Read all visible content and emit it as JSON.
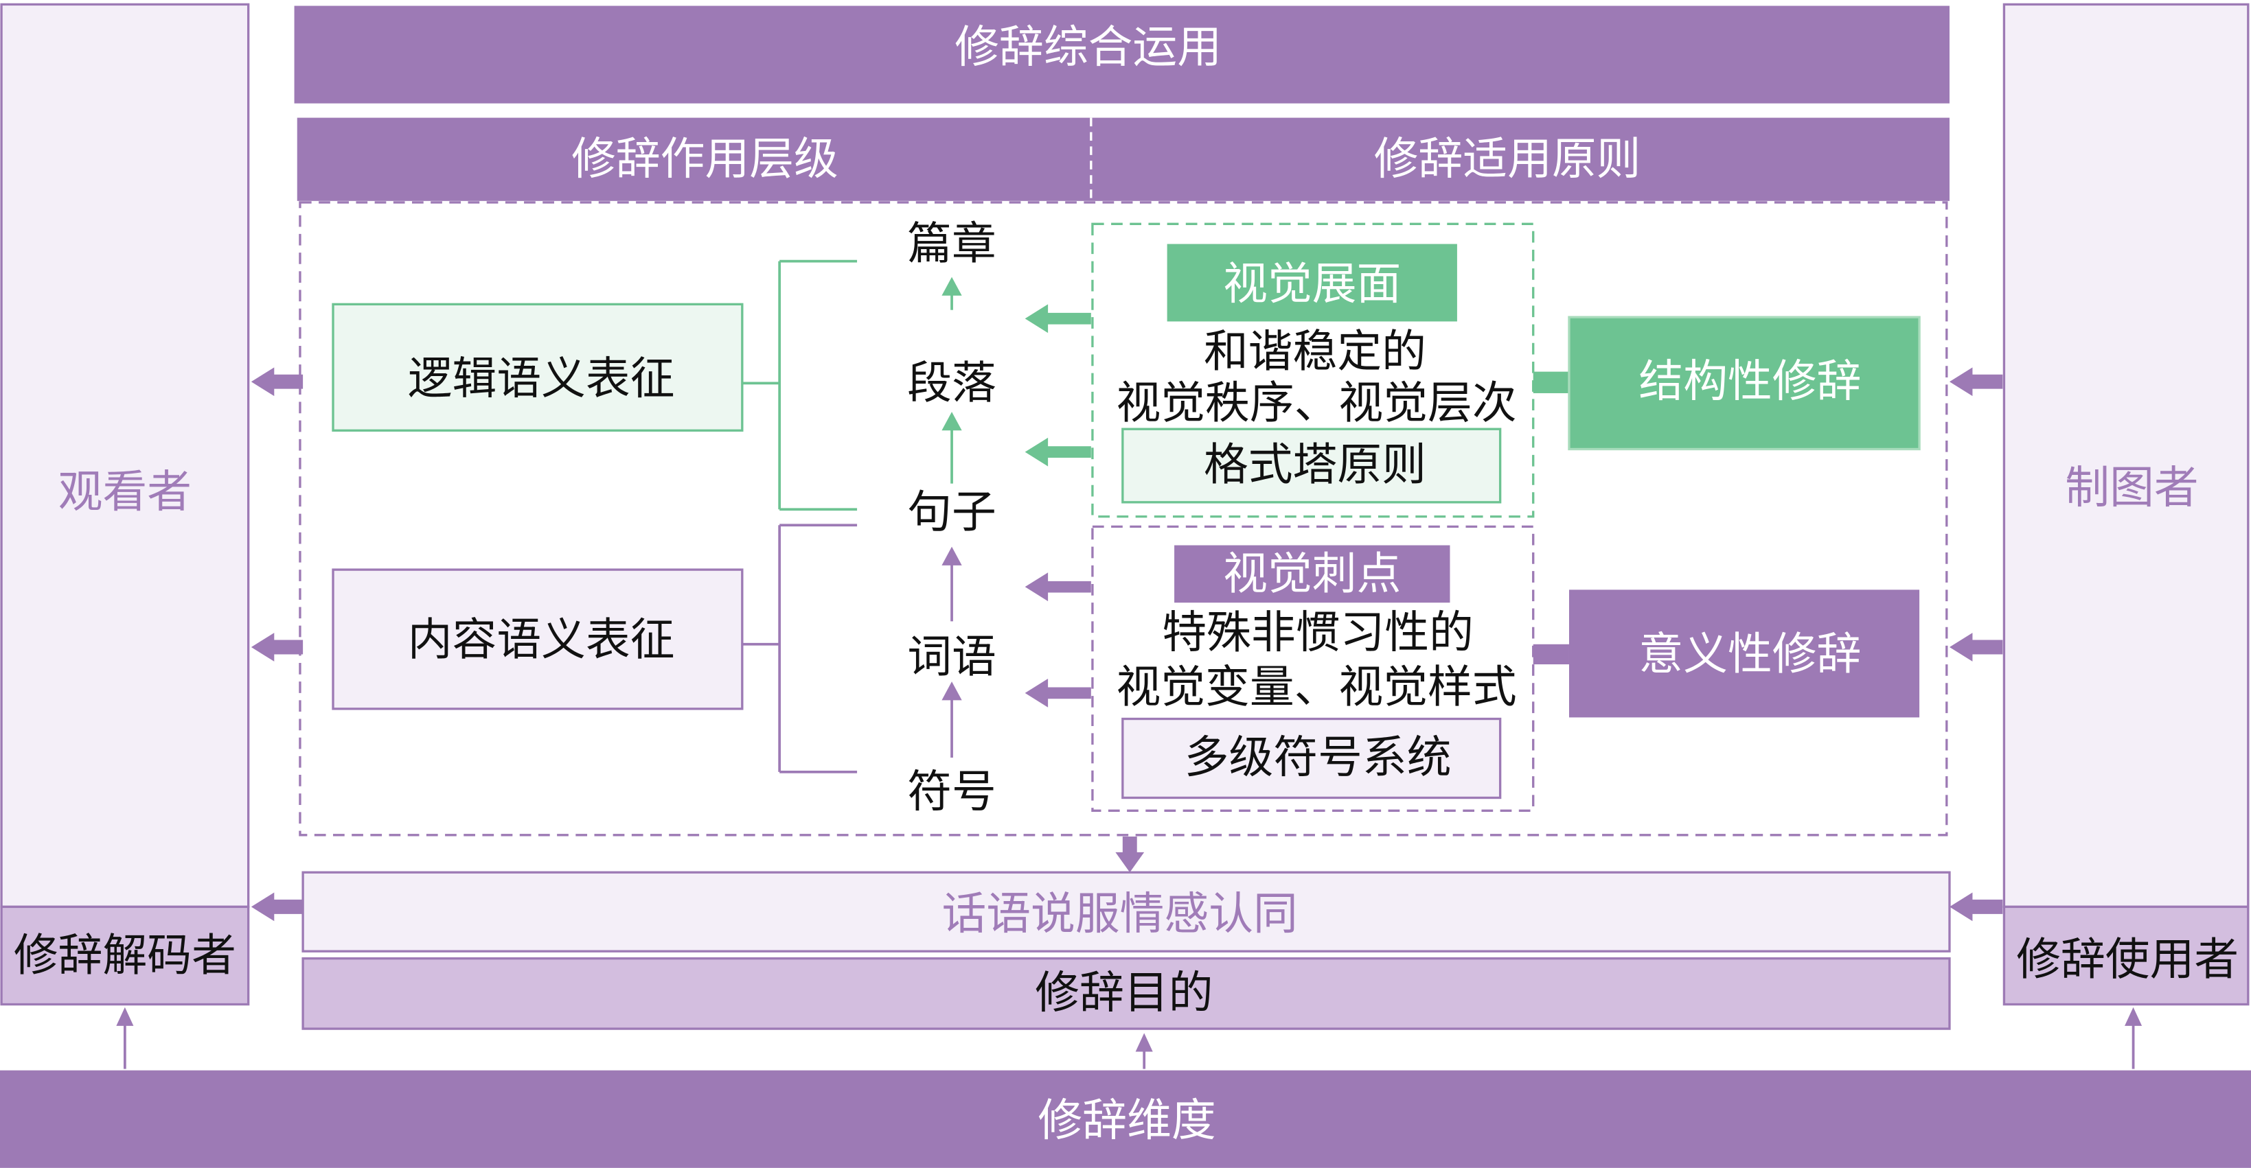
{
  "top_banner": "修辞综合运用",
  "headers": {
    "left": "修辞作用层级",
    "right": "修辞适用原则"
  },
  "viewer": {
    "label": "观看者",
    "role": "修辞解码者"
  },
  "maker": {
    "label": "制图者",
    "role": "修辞使用者"
  },
  "semantic": {
    "logic": "逻辑语义表征",
    "content": "内容语义表征"
  },
  "levels": [
    "篇章",
    "段落",
    "句子",
    "词语",
    "符号"
  ],
  "structural": {
    "title": "视觉展面",
    "desc_line1": "和谐稳定的",
    "desc_line2": "视觉秩序、视觉层次",
    "principle": "格式塔原则",
    "type": "结构性修辞"
  },
  "meaning": {
    "title": "视觉刺点",
    "desc_line1": "特殊非惯习性的",
    "desc_line2": "视觉变量、视觉样式",
    "principle": "多级符号系统",
    "type": "意义性修辞"
  },
  "persuasion": "话语说服情感认同",
  "purpose": "修辞目的",
  "dimension": "修辞维度",
  "colors": {
    "purple": "#9d7ab5",
    "light_purple": "#d3bedf",
    "lavender": "#f4eff8",
    "green": "#6dc392",
    "light_green": "#edf7f1",
    "purple_text": "#a07cb8"
  }
}
